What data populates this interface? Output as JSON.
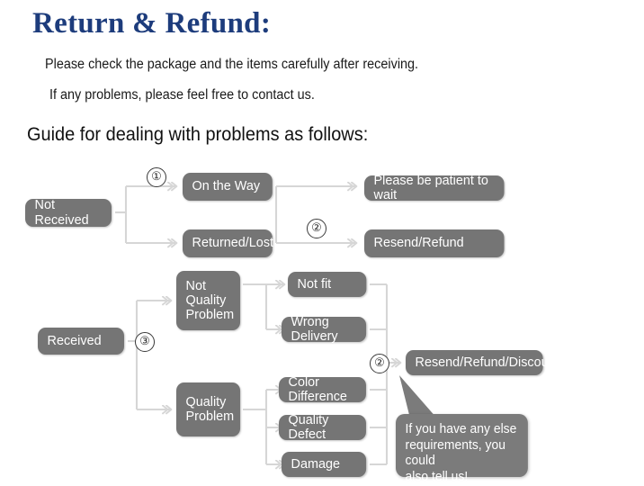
{
  "header": {
    "title": "Return & Refund:",
    "line1": "Please check the package and the items carefully after receiving.",
    "line2": "If any problems, please feel free to contact us.",
    "guide": "Guide for dealing with problems as follows:"
  },
  "colors": {
    "title": "#1d3c7c",
    "node_fill": "#757575",
    "node_text": "#ffffff",
    "connector": "#d2d2d2",
    "bubble_fill": "#7b7b7b",
    "page_background": "#ffffff"
  },
  "flowchart": {
    "nodes": {
      "not_received": "Not Received",
      "on_the_way": "On the Way",
      "returned_lost": "Returned/Lost",
      "please_wait": "Please be patient to wait",
      "resend_refund": "Resend/Refund",
      "received": "Received",
      "not_quality_problem": "Not\nQuality\nProblem",
      "quality_problem": "Quality\nProblem",
      "not_fit": "Not fit",
      "wrong_delivery": "Wrong Delivery",
      "color_difference": "Color Difference",
      "quality_defect": "Quality Defect",
      "damage": "Damage",
      "resend_refund_discount": "Resend/Refund/Discount"
    },
    "markers": {
      "m1": "①",
      "m2_top": "②",
      "m3": "③",
      "m2_bottom": "②"
    },
    "callout": "If you have any else\nrequirements, you could\nalso tell us!"
  }
}
